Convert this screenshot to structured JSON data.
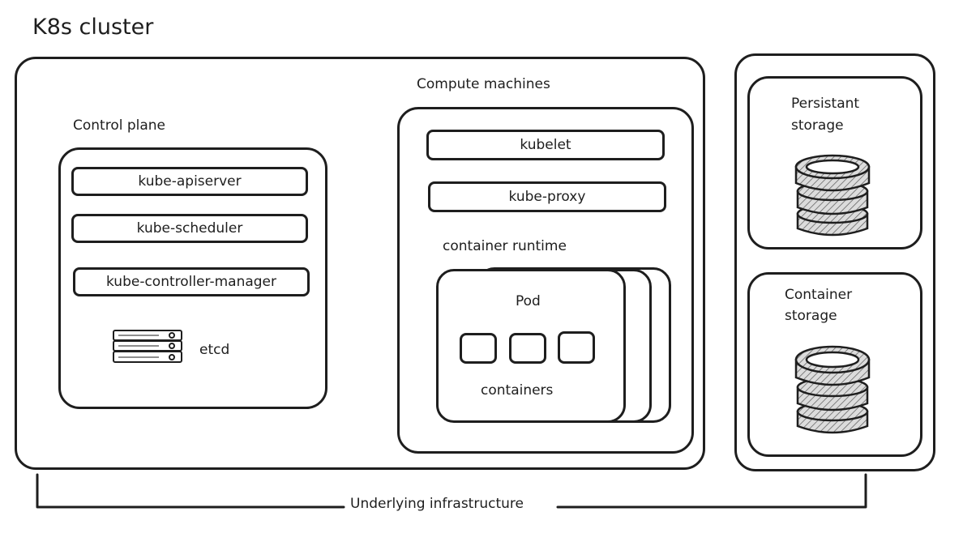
{
  "title": "K8s cluster",
  "control_plane": {
    "label": "Control plane",
    "components": [
      "kube-apiserver",
      "kube-scheduler",
      "kube-controller-manager"
    ],
    "etcd_label": "etcd"
  },
  "compute": {
    "label": "Compute machines",
    "kubelet": "kubelet",
    "kube_proxy": "kube-proxy",
    "runtime_label": "container runtime",
    "pod_label": "Pod",
    "containers_label": "containers"
  },
  "storage": {
    "persistent_line1": "Persistant",
    "persistent_line2": "storage",
    "container_line1": "Container",
    "container_line2": "storage"
  },
  "infrastructure_label": "Underlying infrastructure"
}
